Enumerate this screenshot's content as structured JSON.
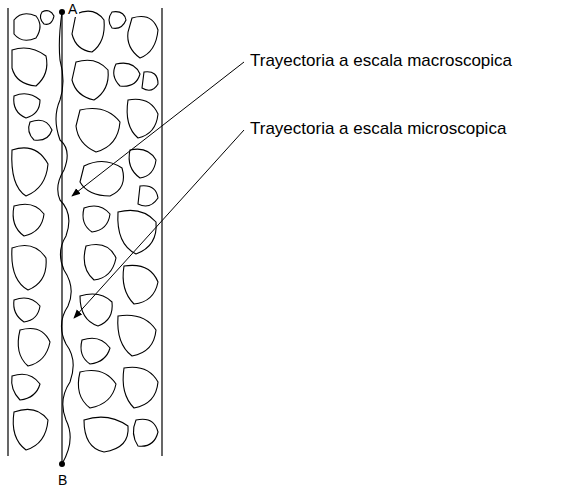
{
  "diagram": {
    "labels": [
      "A",
      "B",
      "Trayectoria a escala macroscopica",
      "Trayectoria a escala microscopica"
    ]
  }
}
